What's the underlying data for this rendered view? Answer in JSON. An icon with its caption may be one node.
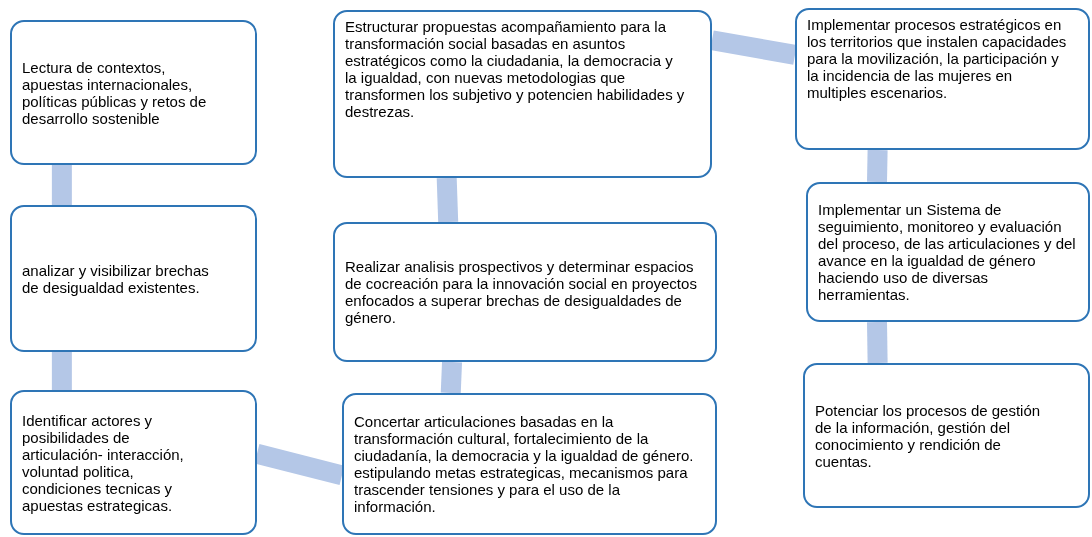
{
  "diagram": {
    "nodes": [
      {
        "text": [
          "Lectura de contextos, apuestas internacionales, políticas públicas y retos de desarrollo sostenible"
        ]
      },
      {
        "text": [
          "analizar y visibilizar brechas de desigualdad existentes."
        ]
      },
      {
        "text": [
          "Identificar actores y posibilidades de articulación- interacción, voluntad politica, condiciones tecnicas y apuestas estrategicas."
        ]
      },
      {
        "text": [
          "Concertar articulaciones basadas en la transformación cultural, fortalecimiento de la ciudadanía, la democracia y la igualdad de género. estipulando  metas estrategicas, mecanismos para trascender tensiones y para el uso de la información."
        ]
      },
      {
        "text": [
          "Realizar analisis prospectivos y determinar espacios de cocreación para la innovación social en proyectos enfocados a superar brechas de desigualdades de género."
        ]
      },
      {
        "text": [
          "Estructurar propuestas acompañamiento para la transformación social basadas en asuntos estratégicos como la ciudadania, la democracia y la igualdad, con nuevas metodologias que transformen los subjetivo y potencien habilidades y destrezas."
        ]
      },
      {
        "text": [
          "Implementar procesos estratégicos en los territorios que instalen capacidades para la movilización, la participación y la incidencia de las mujeres en multiples escenarios."
        ]
      },
      {
        "text": [
          "Implementar un Sistema de seguimiento, monitoreo y evaluación del proceso, de las articulaciones y del avance en la igualdad de género haciendo uso de diversas herramientas."
        ]
      },
      {
        "text": [
          "Potenciar los procesos de gestión de la información, gestión del conocimiento y rendición de cuentas."
        ]
      }
    ],
    "edges": [
      {
        "from": 0,
        "to": 1,
        "arrow": "none"
      },
      {
        "from": 1,
        "to": 2,
        "arrow": "none"
      },
      {
        "from": 2,
        "to": 3,
        "arrow": "none"
      },
      {
        "from": 3,
        "to": 4,
        "arrow": "none"
      },
      {
        "from": 4,
        "to": 5,
        "arrow": "none"
      },
      {
        "from": 5,
        "to": 6,
        "arrow": "none"
      },
      {
        "from": 6,
        "to": 7,
        "arrow": "none"
      },
      {
        "from": 7,
        "to": 8,
        "arrow": "none"
      }
    ]
  }
}
